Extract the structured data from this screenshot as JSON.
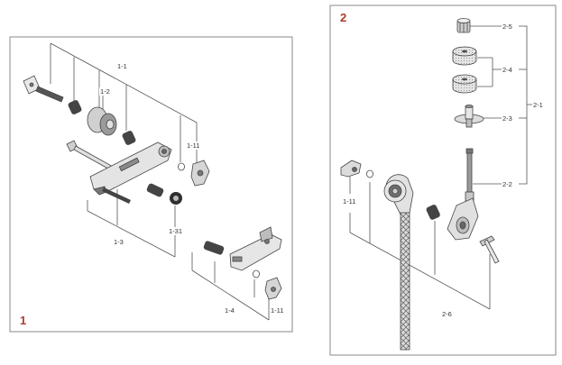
{
  "colors": {
    "panel_number": "#b03a2e",
    "line": "#555555",
    "part_fill": "#d9d9d9",
    "part_dark": "#7a7a7a"
  },
  "panels": [
    {
      "number": "1",
      "callouts": [
        "1-1",
        "1-2",
        "1-11",
        "1-3",
        "1-31",
        "1-4",
        "1-11"
      ]
    },
    {
      "number": "2",
      "callouts": [
        "2-5",
        "2-4",
        "2-1",
        "2-3",
        "2-2",
        "1-11",
        "2-6"
      ]
    }
  ]
}
